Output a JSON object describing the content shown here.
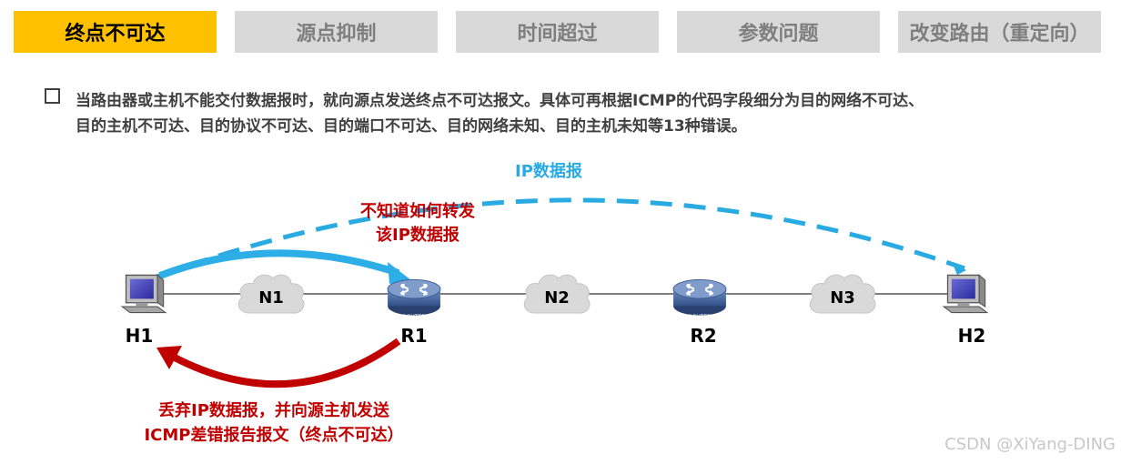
{
  "tabs": [
    {
      "label": "终点不可达",
      "active": true
    },
    {
      "label": "源点抑制",
      "active": false
    },
    {
      "label": "时间超过",
      "active": false
    },
    {
      "label": "参数问题",
      "active": false
    },
    {
      "label": "改变路由（重定向）",
      "active": false
    }
  ],
  "description": {
    "line1": "当路由器或主机不能交付数据报时，就向源点发送终点不可达报文。具体可再根据ICMP的代码字段细分为目的网络不可达、",
    "line2": "目的主机不可达、目的协议不可达、目的端口不可达、目的网络未知、目的主机未知等13种错误。"
  },
  "diagram": {
    "hosts": {
      "h1": "H1",
      "h2": "H2"
    },
    "routers": {
      "r1": "R1",
      "r2": "R2",
      "router_text": "ROUTER"
    },
    "networks": {
      "n1": "N1",
      "n2": "N2",
      "n3": "N3"
    },
    "ip_datagram_label": "IP数据报",
    "r1_note": {
      "line1": "不知道如何转发",
      "line2": "该IP数据报"
    },
    "discard_note": {
      "line1": "丢弃IP数据报，并向源主机发送",
      "line2": "ICMP差错报告报文（终点不可达）"
    }
  },
  "watermark": "CSDN @XiYang-DING",
  "colors": {
    "active_tab": "#ffc000",
    "inactive_tab": "#d9d9d9",
    "dashed_arrow": "#29abe2",
    "solid_arrow": "#2eaee6",
    "error_arrow": "#c00000",
    "router": "#3e5f94"
  }
}
